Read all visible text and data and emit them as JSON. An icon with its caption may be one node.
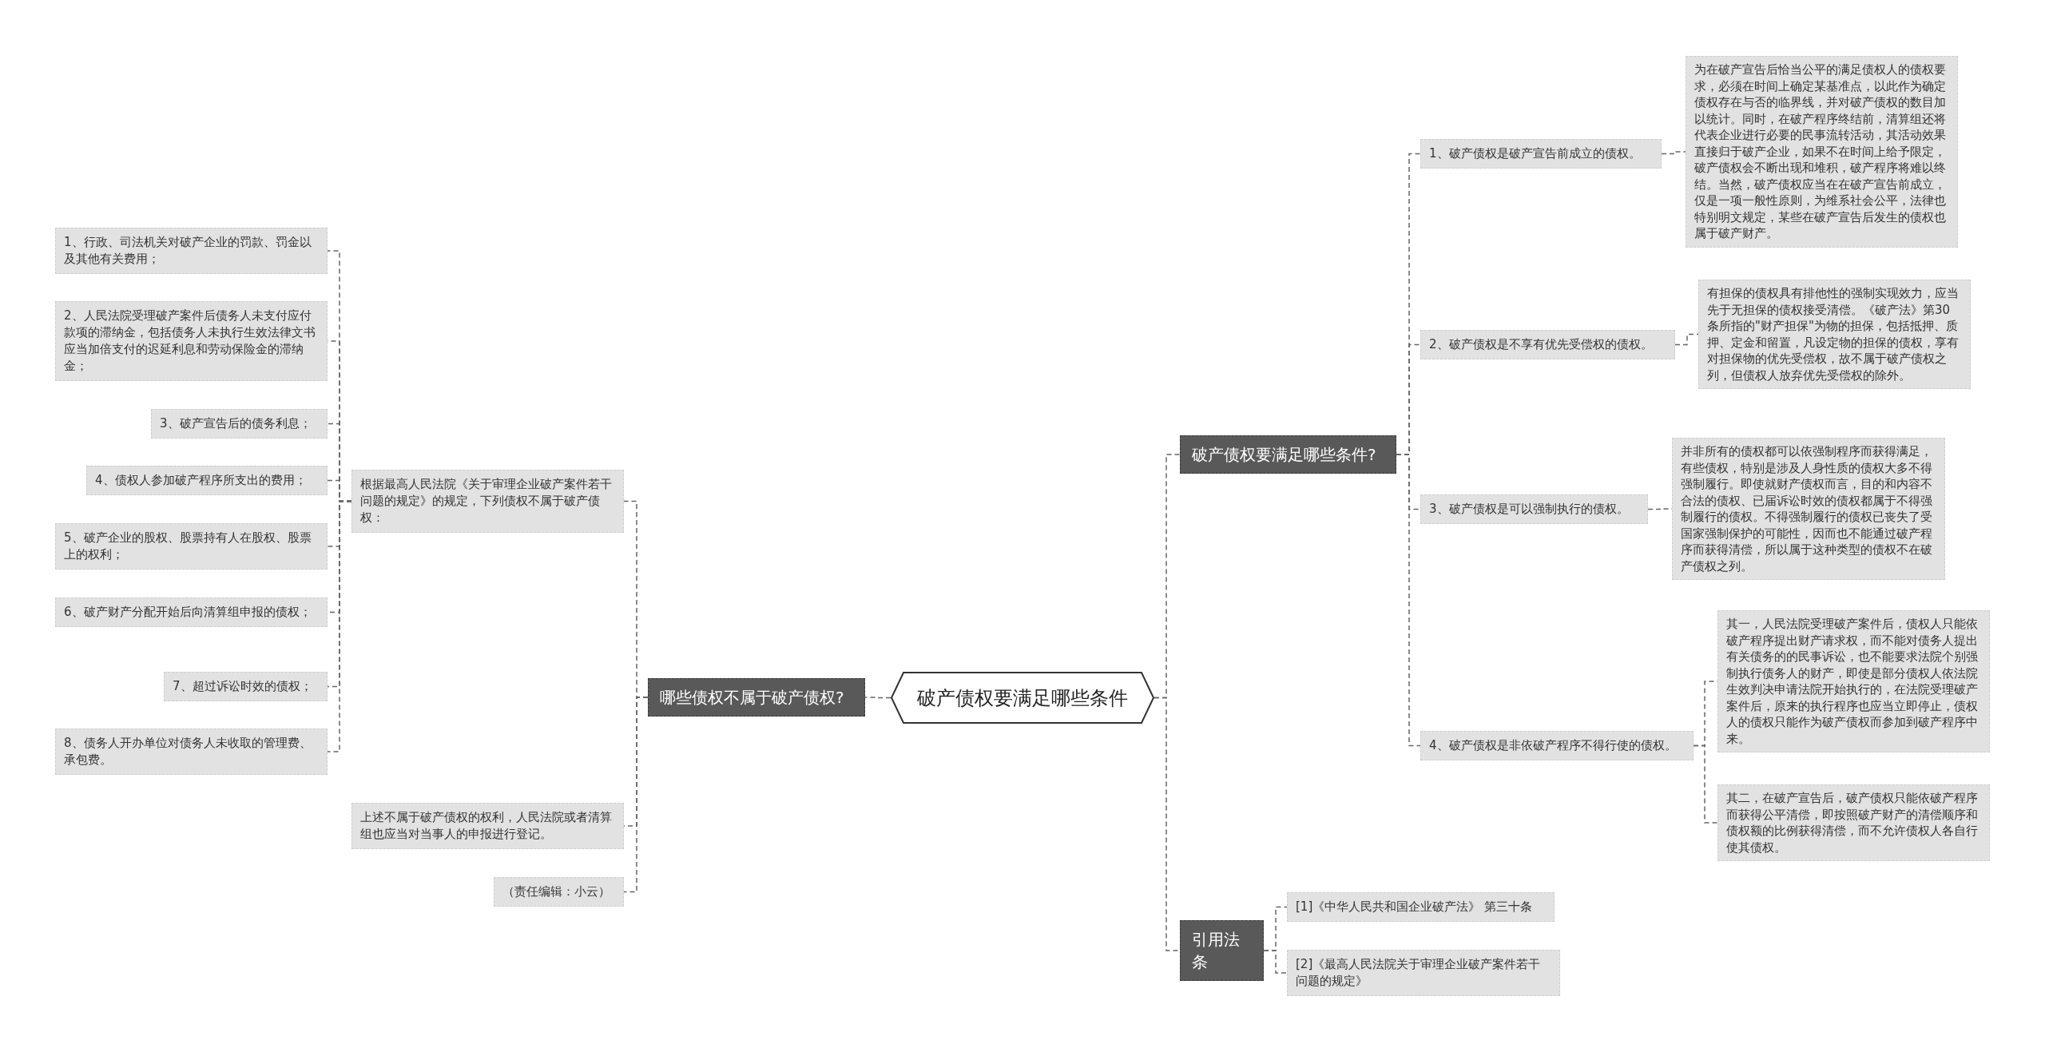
{
  "diagram": {
    "nodes": [
      {
        "text": [
          "破产债权要满足哪些条件"
        ]
      },
      {
        "text": [
          "哪些债权不属于破产债权?"
        ]
      },
      {
        "text": [
          "根据最高人民法院《关于审理企业破产案件若干问题的规定》的规定，下列债权不属于破产债权："
        ]
      },
      {
        "text": [
          "1、行政、司法机关对破产企业的罚款、罚金以及其他有关费用；"
        ]
      },
      {
        "text": [
          "2、人民法院受理破产案件后债务人未支付应付款项的滞纳金，包括债务人未执行生效法律文书应当加倍支付的迟延利息和劳动保险金的滞纳金；"
        ]
      },
      {
        "text": [
          "3、破产宣告后的债务利息；"
        ]
      },
      {
        "text": [
          "4、债权人参加破产程序所支出的费用；"
        ]
      },
      {
        "text": [
          "5、破产企业的股权、股票持有人在股权、股票上的权利；"
        ]
      },
      {
        "text": [
          "6、破产财产分配开始后向清算组申报的债权；"
        ]
      },
      {
        "text": [
          "7、超过诉讼时效的债权；"
        ]
      },
      {
        "text": [
          "8、债务人开办单位对债务人未收取的管理费、承包费。"
        ]
      },
      {
        "text": [
          "上述不属于破产债权的权利，人民法院或者清算组也应当对当事人的申报进行登记。"
        ]
      },
      {
        "text": [
          "（责任编辑：小云）"
        ]
      },
      {
        "text": [
          "破产债权要满足哪些条件?"
        ]
      },
      {
        "text": [
          "1、破产债权是破产宣告前成立的债权。"
        ]
      },
      {
        "text": [
          "为在破产宣告后恰当公平的满足债权人的债权要求，必须在时间上确定某基准点，以此作为确定债权存在与否的临界线，并对破产债权的数目加以统计。同时，在破产程序终结前，清算组还将代表企业进行必要的民事流转活动，其活动效果直接归于破产企业，如果不在时间上给予限定，破产债权会不断出现和堆积，破产程序将难以终结。当然，破产债权应当在在破产宣告前成立，仅是一项一般性原则，为维系社会公平，法律也特别明文规定，某些在破产宣告后发生的债权也属于破产财产。"
        ]
      },
      {
        "text": [
          "2、破产债权是不享有优先受偿权的债权。"
        ]
      },
      {
        "text": [
          "有担保的债权具有排他性的强制实现效力，应当先于无担保的债权接受清偿。《破产法》第30条所指的\"财产担保\"为物的担保，包括抵押、质押、定金和留置，凡设定物的担保的债权，享有对担保物的优先受偿权，故不属于破产债权之列，但债权人放弃优先受偿权的除外。"
        ]
      },
      {
        "text": [
          "3、破产债权是可以强制执行的债权。"
        ]
      },
      {
        "text": [
          "并非所有的债权都可以依强制程序而获得满足，有些债权，特别是涉及人身性质的债权大多不得强制履行。即使就财产债权而言，目的和内容不合法的债权、已届诉讼时效的债权都属于不得强制履行的债权。不得强制履行的债权已丧失了受国家强制保护的可能性，因而也不能通过破产程序而获得清偿，所以属于这种类型的债权不在破产债权之列。"
        ]
      },
      {
        "text": [
          "4、破产债权是非依破产程序不得行使的债权。"
        ]
      },
      {
        "text": [
          "其一，人民法院受理破产案件后，债权人只能依破产程序提出财产请求权，而不能对债务人提出有关债务的的民事诉讼，也不能要求法院个别强制执行债务人的财产，即使是部分债权人依法院生效判决申请法院开始执行的，在法院受理破产案件后，原来的执行程序也应当立即停止，债权人的债权只能作为破产债权而参加到破产程序中来。"
        ]
      },
      {
        "text": [
          "其二，在破产宣告后，破产债权只能依破产程序而获得公平清偿，即按照破产财产的清偿顺序和债权额的比例获得清偿，而不允许债权人各自行使其债权。"
        ]
      },
      {
        "text": [
          "引用法条"
        ]
      },
      {
        "text": [
          "[1]《中华人民共和国企业破产法》 第三十条"
        ]
      },
      {
        "text": [
          "[2]《最高人民法院关于审理企业破产案件若干问题的规定》"
        ]
      }
    ],
    "edges": [
      {
        "from": 0,
        "to": 1,
        "arrow": "none",
        "style": "dashed"
      },
      {
        "from": 1,
        "to": 2,
        "arrow": "none",
        "style": "dashed"
      },
      {
        "from": 2,
        "to": 3,
        "arrow": "none",
        "style": "dashed"
      },
      {
        "from": 2,
        "to": 4,
        "arrow": "none",
        "style": "dashed"
      },
      {
        "from": 2,
        "to": 5,
        "arrow": "none",
        "style": "dashed"
      },
      {
        "from": 2,
        "to": 6,
        "arrow": "none",
        "style": "dashed"
      },
      {
        "from": 2,
        "to": 7,
        "arrow": "none",
        "style": "dashed"
      },
      {
        "from": 2,
        "to": 8,
        "arrow": "none",
        "style": "dashed"
      },
      {
        "from": 2,
        "to": 9,
        "arrow": "none",
        "style": "dashed"
      },
      {
        "from": 2,
        "to": 10,
        "arrow": "none",
        "style": "dashed"
      },
      {
        "from": 1,
        "to": 11,
        "arrow": "none",
        "style": "dashed"
      },
      {
        "from": 1,
        "to": 12,
        "arrow": "none",
        "style": "dashed"
      },
      {
        "from": 0,
        "to": 13,
        "arrow": "none",
        "style": "dashed"
      },
      {
        "from": 13,
        "to": 14,
        "arrow": "none",
        "style": "dashed"
      },
      {
        "from": 14,
        "to": 15,
        "arrow": "none",
        "style": "dashed"
      },
      {
        "from": 13,
        "to": 16,
        "arrow": "none",
        "style": "dashed"
      },
      {
        "from": 16,
        "to": 17,
        "arrow": "none",
        "style": "dashed"
      },
      {
        "from": 13,
        "to": 18,
        "arrow": "none",
        "style": "dashed"
      },
      {
        "from": 18,
        "to": 19,
        "arrow": "none",
        "style": "dashed"
      },
      {
        "from": 13,
        "to": 20,
        "arrow": "none",
        "style": "dashed"
      },
      {
        "from": 20,
        "to": 21,
        "arrow": "none",
        "style": "dashed"
      },
      {
        "from": 20,
        "to": 22,
        "arrow": "none",
        "style": "dashed"
      },
      {
        "from": 0,
        "to": 23,
        "arrow": "none",
        "style": "dashed"
      },
      {
        "from": 23,
        "to": 24,
        "arrow": "none",
        "style": "dashed"
      },
      {
        "from": 23,
        "to": 25,
        "arrow": "none",
        "style": "dashed"
      }
    ]
  }
}
